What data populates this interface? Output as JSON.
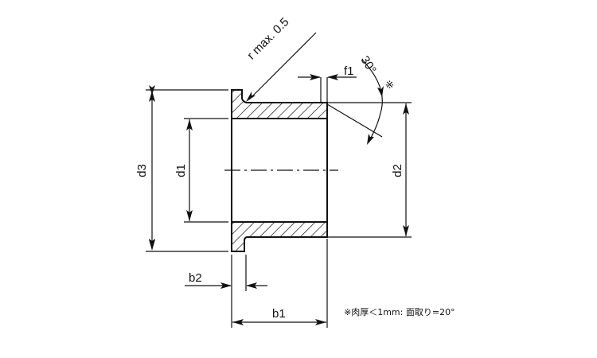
{
  "diagram": {
    "type": "technical-drawing",
    "subject": "flanged bushing cross-section",
    "dimensions": {
      "d1": "d1",
      "d2": "d2",
      "d3": "d3",
      "b1": "b1",
      "b2": "b2",
      "f1": "f1"
    },
    "annotations": {
      "radius": "r max. 0.5",
      "chamfer_angle": "30°",
      "chamfer_mark": "※",
      "footnote": "※肉厚＜1mm: 面取り=20°"
    },
    "colors": {
      "line": "#111111",
      "background": "#ffffff"
    }
  }
}
